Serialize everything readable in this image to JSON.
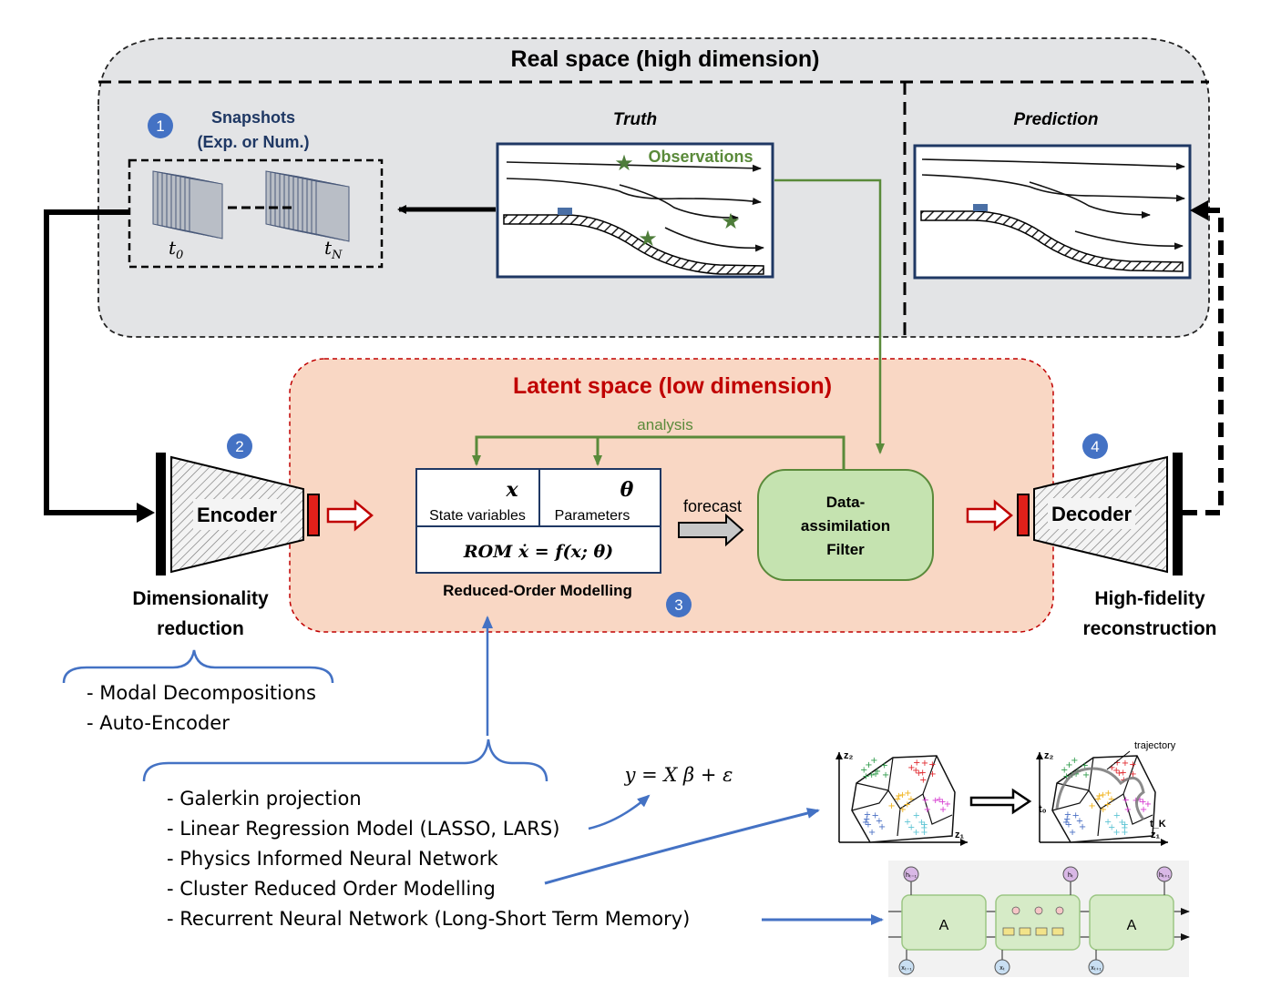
{
  "real_space": {
    "title": "Real space (high dimension)",
    "snapshots_title_1": "Snapshots",
    "snapshots_title_2": "(Exp. or Num.)",
    "t0_var": "t",
    "t0_sub": "0",
    "tn_var": "t",
    "tn_sub": "N",
    "truth_label": "Truth",
    "observations_label": "Observations",
    "prediction_label": "Prediction"
  },
  "latent_space": {
    "title": "Latent space (low dimension)",
    "analysis_label": "analysis",
    "state_symbol": "x",
    "state_label": "State variables",
    "param_symbol": "θ",
    "param_label": "Parameters",
    "rom_equation": "ROM ẋ = f(x; θ)",
    "rom_caption": "Reduced-Order Modelling",
    "forecast_label": "forecast",
    "filter_line1": "Data-",
    "filter_line2": "assimilation",
    "filter_line3": "Filter"
  },
  "steps": {
    "s1": "1",
    "s2": "2",
    "s3": "3",
    "s4": "4"
  },
  "encoder": {
    "label": "Encoder",
    "caption_1": "Dimensionality",
    "caption_2": "reduction"
  },
  "decoder": {
    "label": "Decoder",
    "caption_1": "High-fidelity",
    "caption_2": "reconstruction"
  },
  "reduction_methods": [
    "-  Modal Decompositions",
    "-  Auto-Encoder"
  ],
  "rom_methods": [
    "-  Galerkin projection",
    "-  Linear Regression Model (LASSO, LARS)",
    "-  Physics Informed Neural Network",
    "-  Cluster Reduced Order Modelling",
    "-  Recurrent Neural Network (Long-Short Term Memory)"
  ],
  "regression_equation": "y = X β +  ε",
  "cluster_plot": {
    "axis_y": "z₂",
    "axis_x": "z₁",
    "trajectory_label": "trajectory",
    "t0_label": "t₀",
    "tk_label": "t_K"
  },
  "lstm": {
    "cell_label": "A",
    "h_left": "hₜ₋₁",
    "h_mid": "hₜ",
    "h_right": "hₜ₊₁",
    "x_left": "xₜ₋₁",
    "x_mid": "xₜ",
    "x_right": "xₜ₊₁"
  },
  "colors": {
    "real_bg": "#e3e4e6",
    "latent_bg": "#f9d7c4",
    "latent_title": "#c00000",
    "navy": "#1f3864",
    "green": "#5a8a3a",
    "filter_fill": "#c5e3b0",
    "step_circle": "#4472c4",
    "brace": "#4472c4",
    "red": "#e0201a"
  }
}
